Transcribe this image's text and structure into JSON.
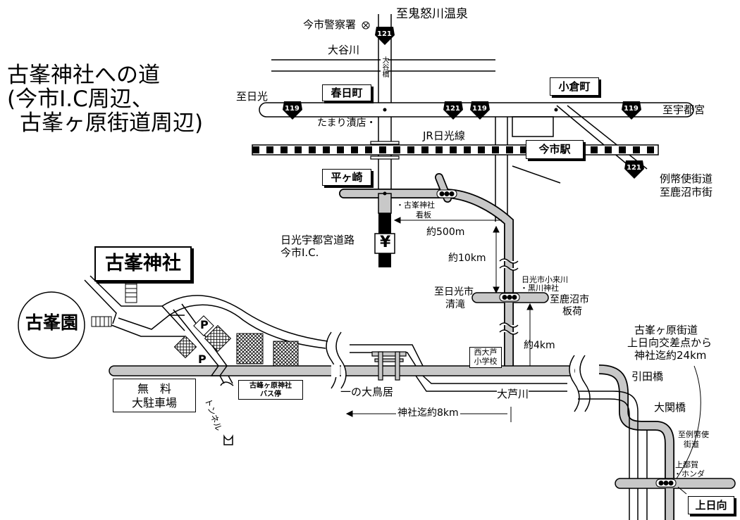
{
  "title": {
    "line1": "古峯神社への道",
    "line2": "(今市I.C周辺、",
    "line3": "古峯ヶ原街道周辺)"
  },
  "labels": {
    "kinugawa": "至鬼怒川温泉",
    "police": "今市警察署",
    "oyagawa": "大谷川",
    "oya_bridge": "大谷橋",
    "to_nikko": "至日光",
    "kasugacho": "春日町",
    "ogura": "小倉町",
    "to_utsunomiya": "至宇都宮",
    "tamari": "たまり漬店・",
    "jr_line": "JR日光線",
    "imaichi_station": "今市駅",
    "reiheishi": "例幣使街道",
    "to_kanuma": "至鹿沼市街",
    "hiragasaki": "平ヶ崎",
    "furumine_sign1": "・古峯神社",
    "furumine_sign2": "看板",
    "approx_500m": "約500m",
    "expressway1": "日光宇都宮道路",
    "expressway2": "今市I.C.",
    "yen_sign": "¥",
    "approx_10km": "約10km",
    "kokurugawa1": "日光市小来川",
    "kokurugawa2": "・黒川神社",
    "to_nikko_kiyotaki1": "至日光市",
    "to_nikko_kiyotaki2": "清滝",
    "to_kanuma_itaga1": "至鹿沼市",
    "to_kanuma_itaga2": "板荷",
    "approx_4km": "約4km",
    "school1": "西大芦",
    "school2": "小学校",
    "furumine_jinja": "古峯神社",
    "furumine_en": "古峯園",
    "parking_p1": "P",
    "parking_p2": "P",
    "free_parking1": "無　料",
    "free_parking2": "大駐車場",
    "bus_stop1": "古峰ヶ原神社",
    "bus_stop2": "バス停",
    "tunnel": "トンネル",
    "ichi_torii": "一の大鳥居",
    "oashi_river": "大芦川",
    "shrine_8km": "神社迄約8km",
    "kaido1": "古峯ヶ原街道",
    "kaido2": "上日向交差点から",
    "kaido3": "神社迄約24km",
    "hikitabashi": "引田橋",
    "ozekibashi": "大関橋",
    "to_reiheishi1": "至例幣使",
    "to_reiheishi2": "街道",
    "kamitsuga1": "上都賀",
    "kamitsuga2": "・ホンダ",
    "kamihinata": "上日向"
  },
  "route_shields": [
    "121",
    "119",
    "121",
    "119",
    "119",
    "121"
  ],
  "colors": {
    "road_fill": "#c8c8c8",
    "road_outline": "#000000",
    "expressway": "#000000",
    "background": "#ffffff"
  }
}
